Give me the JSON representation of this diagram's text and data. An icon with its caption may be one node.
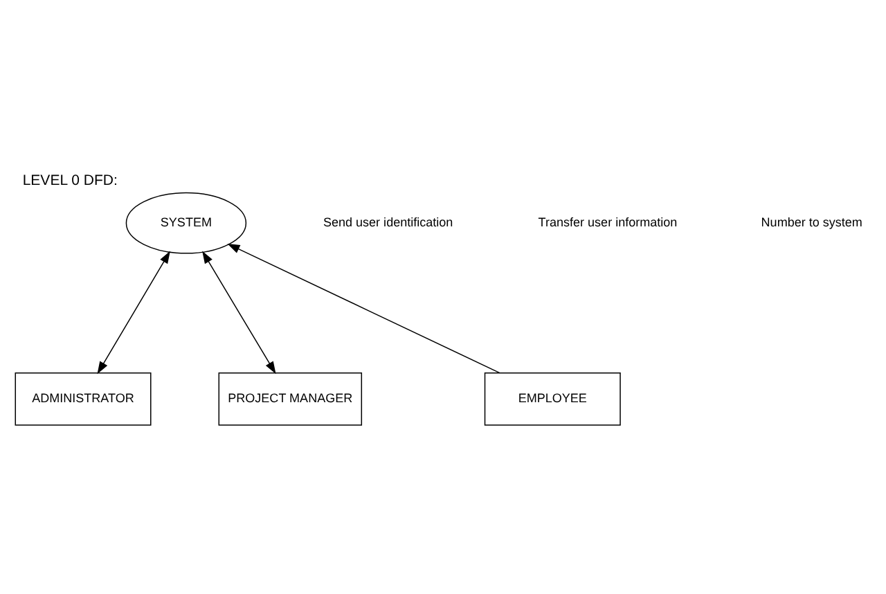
{
  "diagram": {
    "title": "LEVEL 0 DFD:",
    "nodes": [
      {
        "text": [
          "SYSTEM"
        ]
      },
      {
        "text": [
          "EMPLOYEE"
        ]
      },
      {
        "text": [
          "ADMINISTRATOR"
        ]
      },
      {
        "text": [
          "PROJECT MANAGER"
        ]
      }
    ],
    "edges": [
      {
        "from": 1,
        "to": 0,
        "arrow": "to"
      },
      {
        "from": 2,
        "to": 0,
        "arrow": "both"
      },
      {
        "from": 3,
        "to": 0,
        "arrow": "both"
      }
    ],
    "labels": [
      "Send user identification",
      "Transfer user information",
      "Number to system"
    ]
  }
}
